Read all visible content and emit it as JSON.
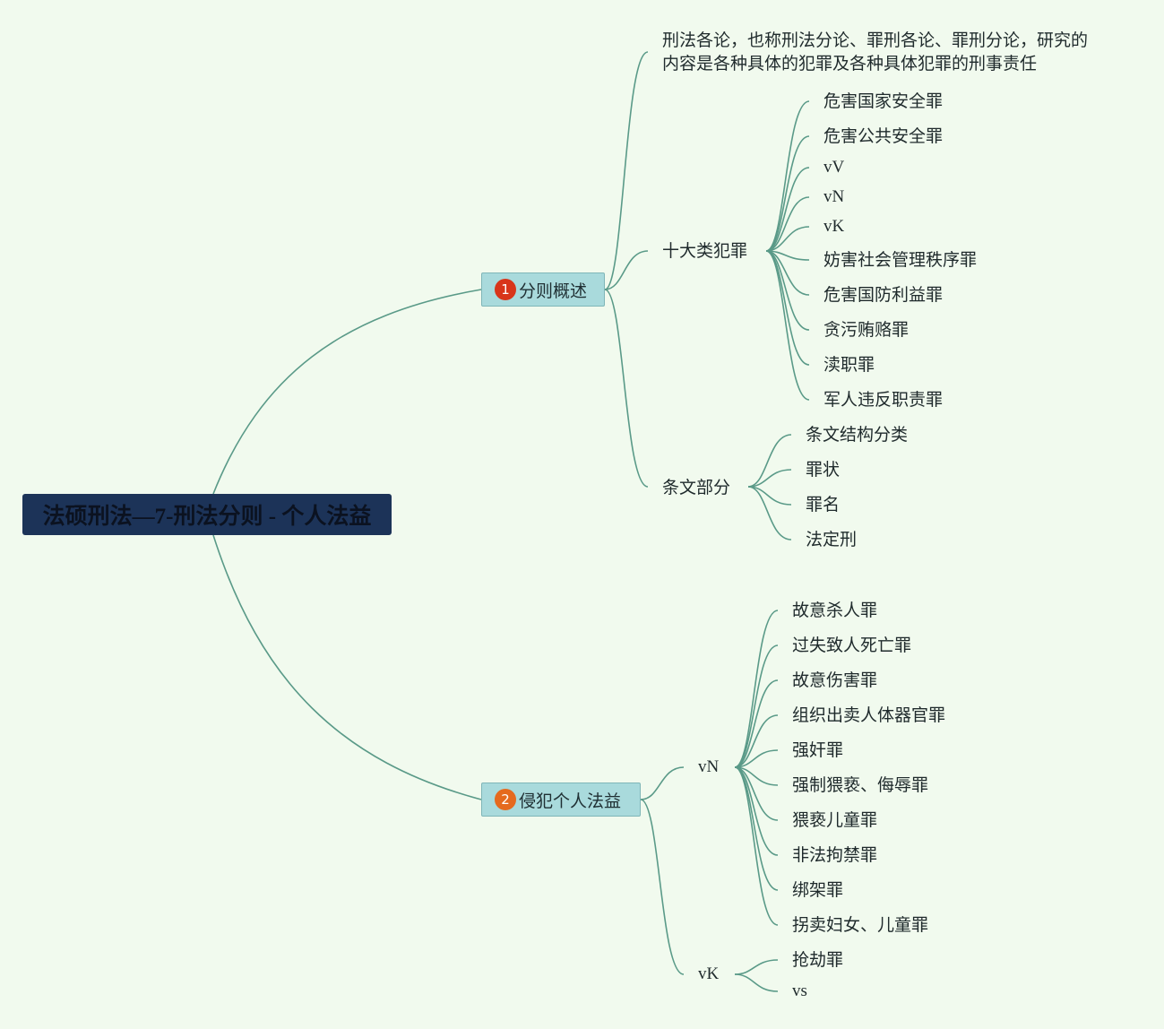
{
  "root": {
    "title": "法硕刑法—7-刑法分则 - 个人法益"
  },
  "colors": {
    "background": "#f1faee",
    "line": "#5a9a88",
    "root_bg": "#1c3358",
    "branch_bg": "#a9dadc",
    "badge1": "#d8351a",
    "badge2": "#e56a1e"
  },
  "branches": [
    {
      "badge": "1",
      "label": "分则概述",
      "children": [
        {
          "label": "刑法各论，也称刑法分论、罪刑各论、罪刑分论，研究的",
          "label2": "内容是各种具体的犯罪及各种具体犯罪的刑事责任"
        },
        {
          "label": "十大类犯罪",
          "children": [
            "危害国家安全罪",
            "危害公共安全罪",
            "vV",
            "vN",
            "vK",
            "妨害社会管理秩序罪",
            "危害国防利益罪",
            "贪污贿赂罪",
            "渎职罪",
            "军人违反职责罪"
          ]
        },
        {
          "label": "条文部分",
          "children": [
            "条文结构分类",
            "罪状",
            "罪名",
            "法定刑"
          ]
        }
      ]
    },
    {
      "badge": "2",
      "label": "侵犯个人法益",
      "children": [
        {
          "label": "vN",
          "children": [
            "故意杀人罪",
            "过失致人死亡罪",
            "故意伤害罪",
            "组织出卖人体器官罪",
            "强奸罪",
            "强制猥亵、侮辱罪",
            "猥亵儿童罪",
            "非法拘禁罪",
            "绑架罪",
            "拐卖妇女、儿童罪"
          ]
        },
        {
          "label": "vK",
          "children": [
            "抢劫罪",
            "vs"
          ]
        }
      ]
    }
  ]
}
